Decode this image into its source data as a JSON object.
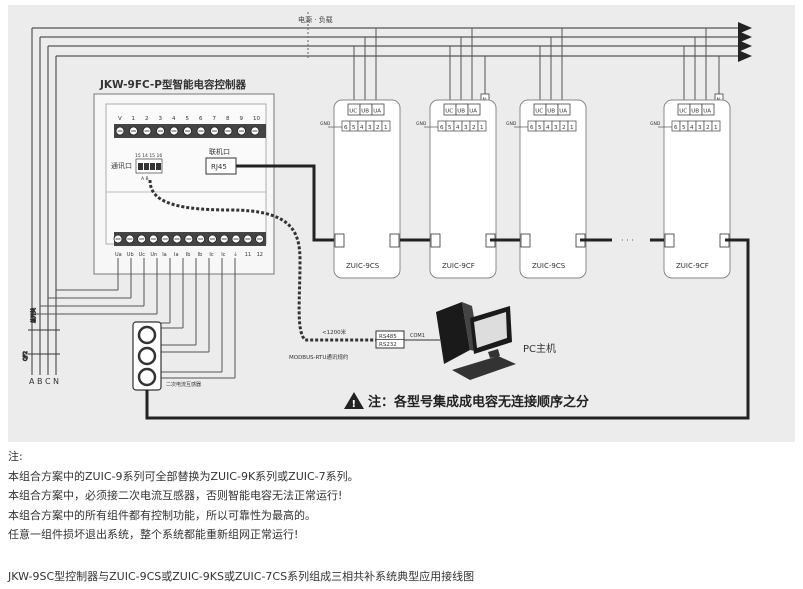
{
  "diagram": {
    "top_label": "电源 · 负载",
    "controller_title": "JKW-9FC-P型智能电容控制器",
    "top_terminal_labels": [
      "V",
      "1",
      "2",
      "3",
      "4",
      "5",
      "6",
      "7",
      "8",
      "9",
      "10"
    ],
    "comm_port_label": "通讯口",
    "comm_pin_numbers": "15 14 15 16",
    "comm_pin_letters": "A B",
    "link_port_label": "联机口",
    "rj45_label": "RJ45",
    "bottom_terminal_labels": [
      "Ua",
      "Ub",
      "Uc",
      "Un",
      "Ia",
      "Ia",
      "Ib",
      "Ib",
      "Ic",
      "Ic",
      "⏚",
      "11",
      "12"
    ],
    "capacitors": [
      {
        "model": "ZUIC-9CS",
        "top_terminals": [
          "UC",
          "UB",
          "UA"
        ],
        "has_n": false,
        "pins": [
          "6",
          "5",
          "4",
          "3",
          "2",
          "1"
        ],
        "gnd": "GND"
      },
      {
        "model": "ZUIC-9CF",
        "top_terminals": [
          "UC",
          "UB",
          "UA"
        ],
        "has_n": true,
        "pins": [
          "6",
          "5",
          "4",
          "3",
          "2",
          "1"
        ],
        "gnd": "GND"
      },
      {
        "model": "ZUIC-9CS",
        "top_terminals": [
          "UC",
          "UB",
          "UA"
        ],
        "has_n": false,
        "pins": [
          "6",
          "5",
          "4",
          "3",
          "2",
          "1"
        ],
        "gnd": "GND"
      },
      {
        "model": "ZUIC-9CF",
        "top_terminals": [
          "UC",
          "UB",
          "UA"
        ],
        "has_n": true,
        "pins": [
          "6",
          "5",
          "4",
          "3",
          "2",
          "1"
        ],
        "gnd": "GND"
      }
    ],
    "ellipsis": "· · ·",
    "rs485_label": "RS485",
    "rs232_label": "RS232",
    "com_label": "COM1",
    "distance_label": "<1200米",
    "protocol_label": "MODBUS-RTU通讯规约",
    "pc_label": "PC主机",
    "ct_label": "二次电流互感器",
    "breaker_labels": [
      "总开关",
      "QF2"
    ],
    "phase_labels": [
      "A",
      "B",
      "C",
      "N"
    ],
    "warning_text": "注：各型号集成成电容无连接顺序之分"
  },
  "notes": {
    "title": "注:",
    "lines": [
      "本组合方案中的ZUIC-9系列可全部替换为ZUIC-9K系列或ZUIC-7系列。",
      "本组合方案中，必须接二次电流互感器，否则智能电容无法正常运行!",
      "本组合方案中的所有组件都有控制功能，所以可靠性为最高的。",
      "任意一组件损坏退出系统，整个系统都能重新组网正常运行!"
    ]
  },
  "caption": "JKW-9SC型控制器与ZUIC-9CS或ZUIC-9KS或ZUIC-7CS系列组成三相共补系统典型应用接线图"
}
